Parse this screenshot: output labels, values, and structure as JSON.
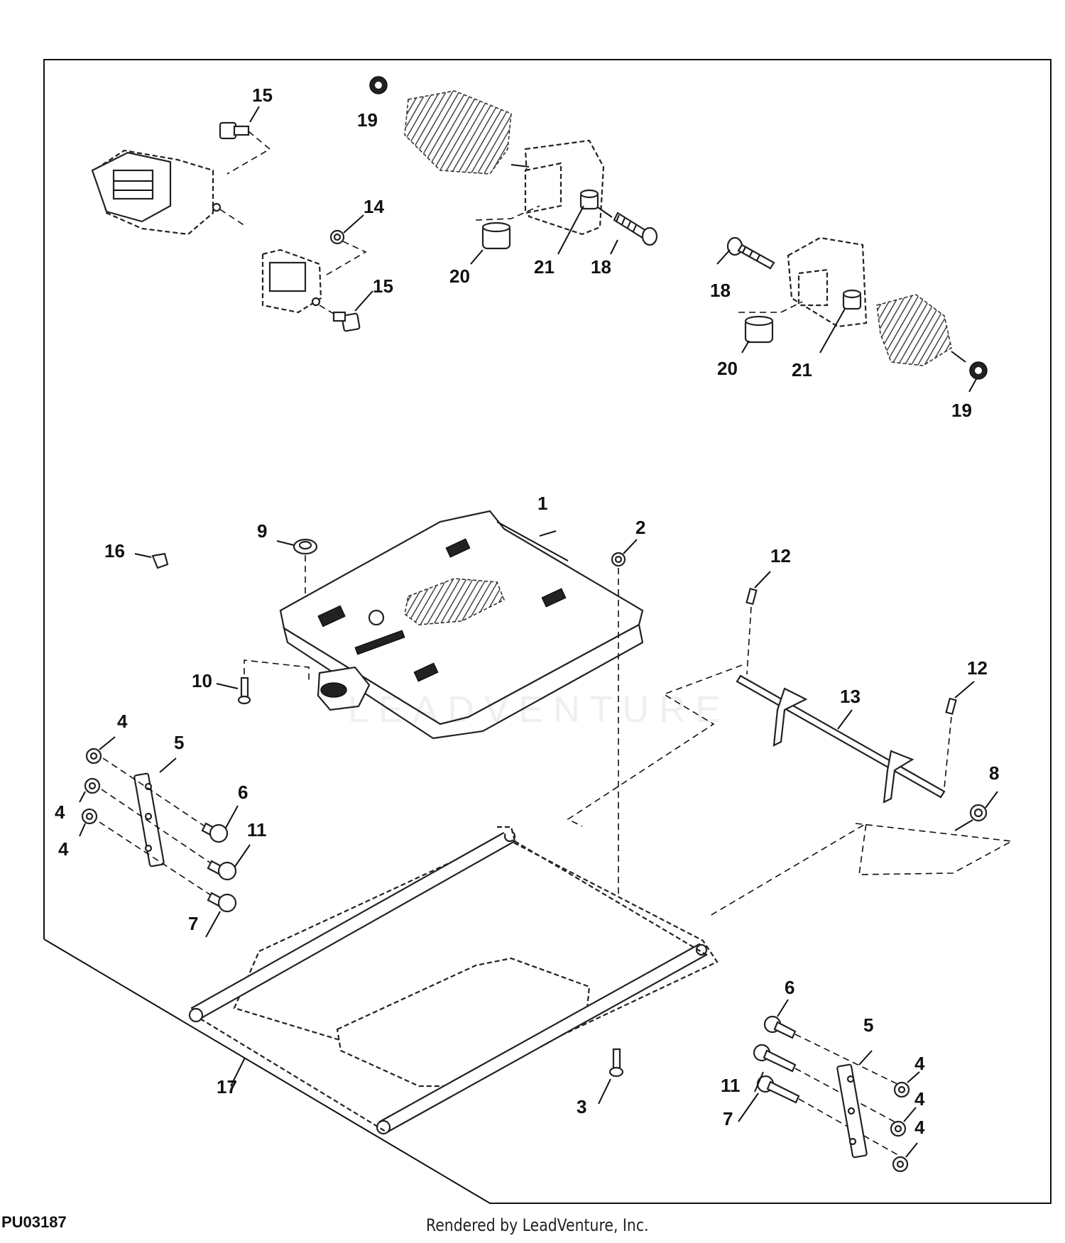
{
  "figure_code": "PU03187",
  "render_credit": "Rendered by LeadVenture, Inc.",
  "watermark": "LEADVENTURE",
  "callouts": {
    "c1": "1",
    "c2": "2",
    "c3": "3",
    "c4a": "4",
    "c4b": "4",
    "c4c": "4",
    "c4d": "4",
    "c4e": "4",
    "c4f": "4",
    "c5a": "5",
    "c5b": "5",
    "c6a": "6",
    "c6b": "6",
    "c7a": "7",
    "c7b": "7",
    "c8": "8",
    "c9": "9",
    "c10": "10",
    "c11a": "11",
    "c11b": "11",
    "c12a": "12",
    "c12b": "12",
    "c13": "13",
    "c14": "14",
    "c15a": "15",
    "c15b": "15",
    "c16": "16",
    "c17": "17",
    "c18a": "18",
    "c18b": "18",
    "c19a": "19",
    "c19b": "19",
    "c20a": "20",
    "c20b": "20",
    "c21a": "21",
    "c21b": "21"
  }
}
